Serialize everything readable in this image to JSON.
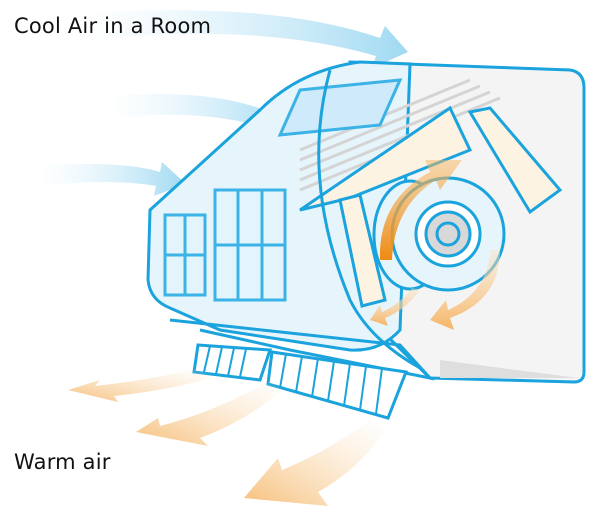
{
  "labels": {
    "cool_air": "Cool Air in a Room",
    "warm_air": "Warm air"
  },
  "colors": {
    "outline_blue": "#1aa3dc",
    "cool_arrow": "#bfe6f6",
    "warm_arrow": "#f8c98a",
    "fan_arrow": "#f29a1f",
    "housing_fill": "#e6f5fc",
    "coil_fill": "#fdf3e3",
    "back_panel": "#f2f2f2",
    "grille": "#d6d6d6"
  },
  "diagram": {
    "subject": "air-conditioner-indoor-unit",
    "components": [
      "front-panel",
      "air-filter",
      "heat-exchanger",
      "cross-flow-fan",
      "louvers",
      "back-panel"
    ]
  }
}
